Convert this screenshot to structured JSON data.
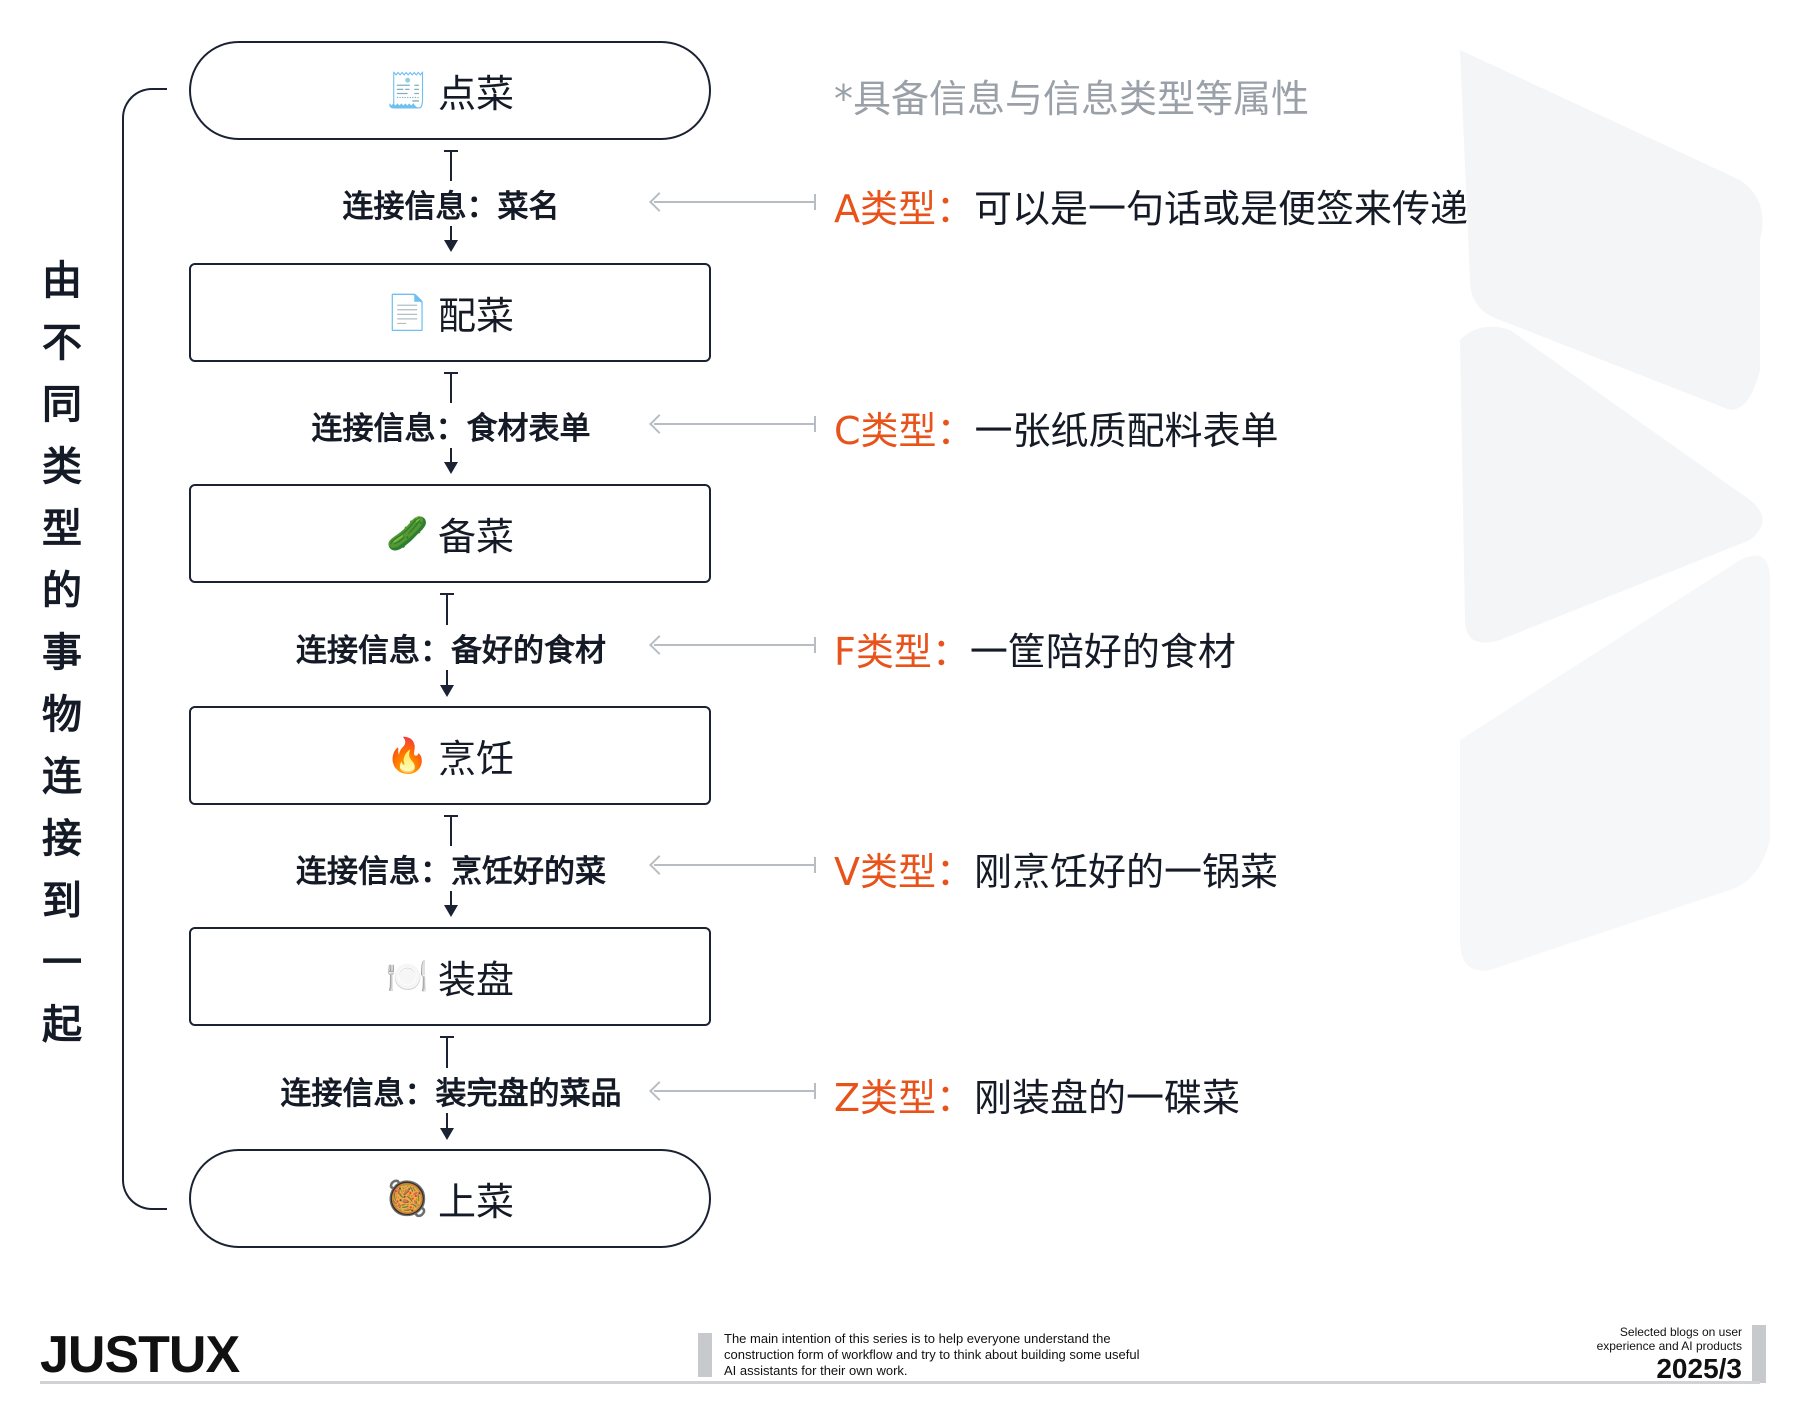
{
  "vertical_title": [
    "由",
    "不",
    "同",
    "类",
    "型",
    "的",
    "事",
    "物",
    "连",
    "接",
    "到",
    "一",
    "起"
  ],
  "note": "*具备信息与信息类型等属性",
  "steps": [
    {
      "icon": "receipt-icon",
      "glyph": "🧾",
      "label": "点菜"
    },
    {
      "icon": "document-icon",
      "glyph": "📄",
      "label": "配菜"
    },
    {
      "icon": "cucumber-icon",
      "glyph": "🥒",
      "label": "备菜"
    },
    {
      "icon": "fire-icon",
      "glyph": "🔥",
      "label": "烹饪"
    },
    {
      "icon": "plate-icon",
      "glyph": "🍽️",
      "label": "装盘"
    },
    {
      "icon": "paella-icon",
      "glyph": "🥘",
      "label": "上菜"
    }
  ],
  "connections": [
    {
      "label": "连接信息：菜名"
    },
    {
      "label": "连接信息：食材表单"
    },
    {
      "label": "连接信息：备好的食材"
    },
    {
      "label": "连接信息：烹饪好的菜"
    },
    {
      "label": "连接信息：装完盘的菜品"
    }
  ],
  "types": [
    {
      "tag": "A类型：",
      "desc": "可以是一句话或是便签来传递"
    },
    {
      "tag": "C类型：",
      "desc": "一张纸质配料表单"
    },
    {
      "tag": "F类型：",
      "desc": "一筐陪好的食材"
    },
    {
      "tag": "V类型：",
      "desc": "刚烹饪好的一锅菜"
    },
    {
      "tag": "Z类型：",
      "desc": "刚装盘的一碟菜"
    }
  ],
  "colors": {
    "accent": "#e8531b",
    "dark": "#141a26",
    "muted": "#9aa0a8"
  },
  "footer": {
    "brand": "JUSTUX",
    "description": "The main intention of this series is to help everyone understand the construction form of workflow and try to think about building some useful AI assistants for their own work.",
    "blog_line1": "Selected blogs on user",
    "blog_line2": "experience and AI products",
    "date": "2025/3"
  }
}
